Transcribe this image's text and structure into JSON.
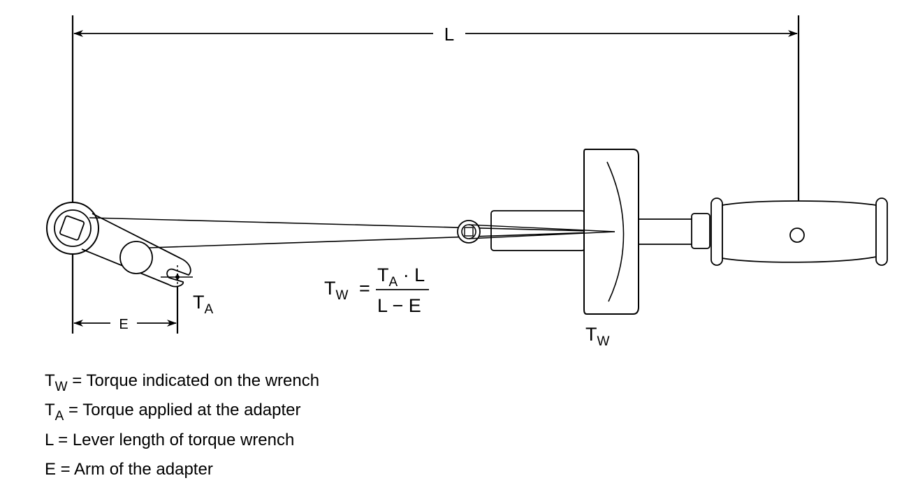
{
  "diagram": {
    "labels": {
      "L": "L",
      "E": "E",
      "TA_main": "T",
      "TA_sub": "A",
      "TW_main": "T",
      "TW_sub": "W"
    },
    "formula": {
      "lhs_main": "T",
      "lhs_sub": "W",
      "equals": "=",
      "num_T": "T",
      "num_sub": "A",
      "num_rest": " · L",
      "den": "L − E"
    },
    "legend": [
      {
        "sym_main": "T",
        "sym_sub": "W",
        "text": " = Torque indicated on the wrench"
      },
      {
        "sym_main": "T",
        "sym_sub": "A",
        "text": " = Torque applied at the adapter"
      },
      {
        "sym_main": "L",
        "sym_sub": "",
        "text": " = Lever length of torque wrench"
      },
      {
        "sym_main": "E",
        "sym_sub": "",
        "text": " = Arm of the adapter"
      }
    ]
  }
}
